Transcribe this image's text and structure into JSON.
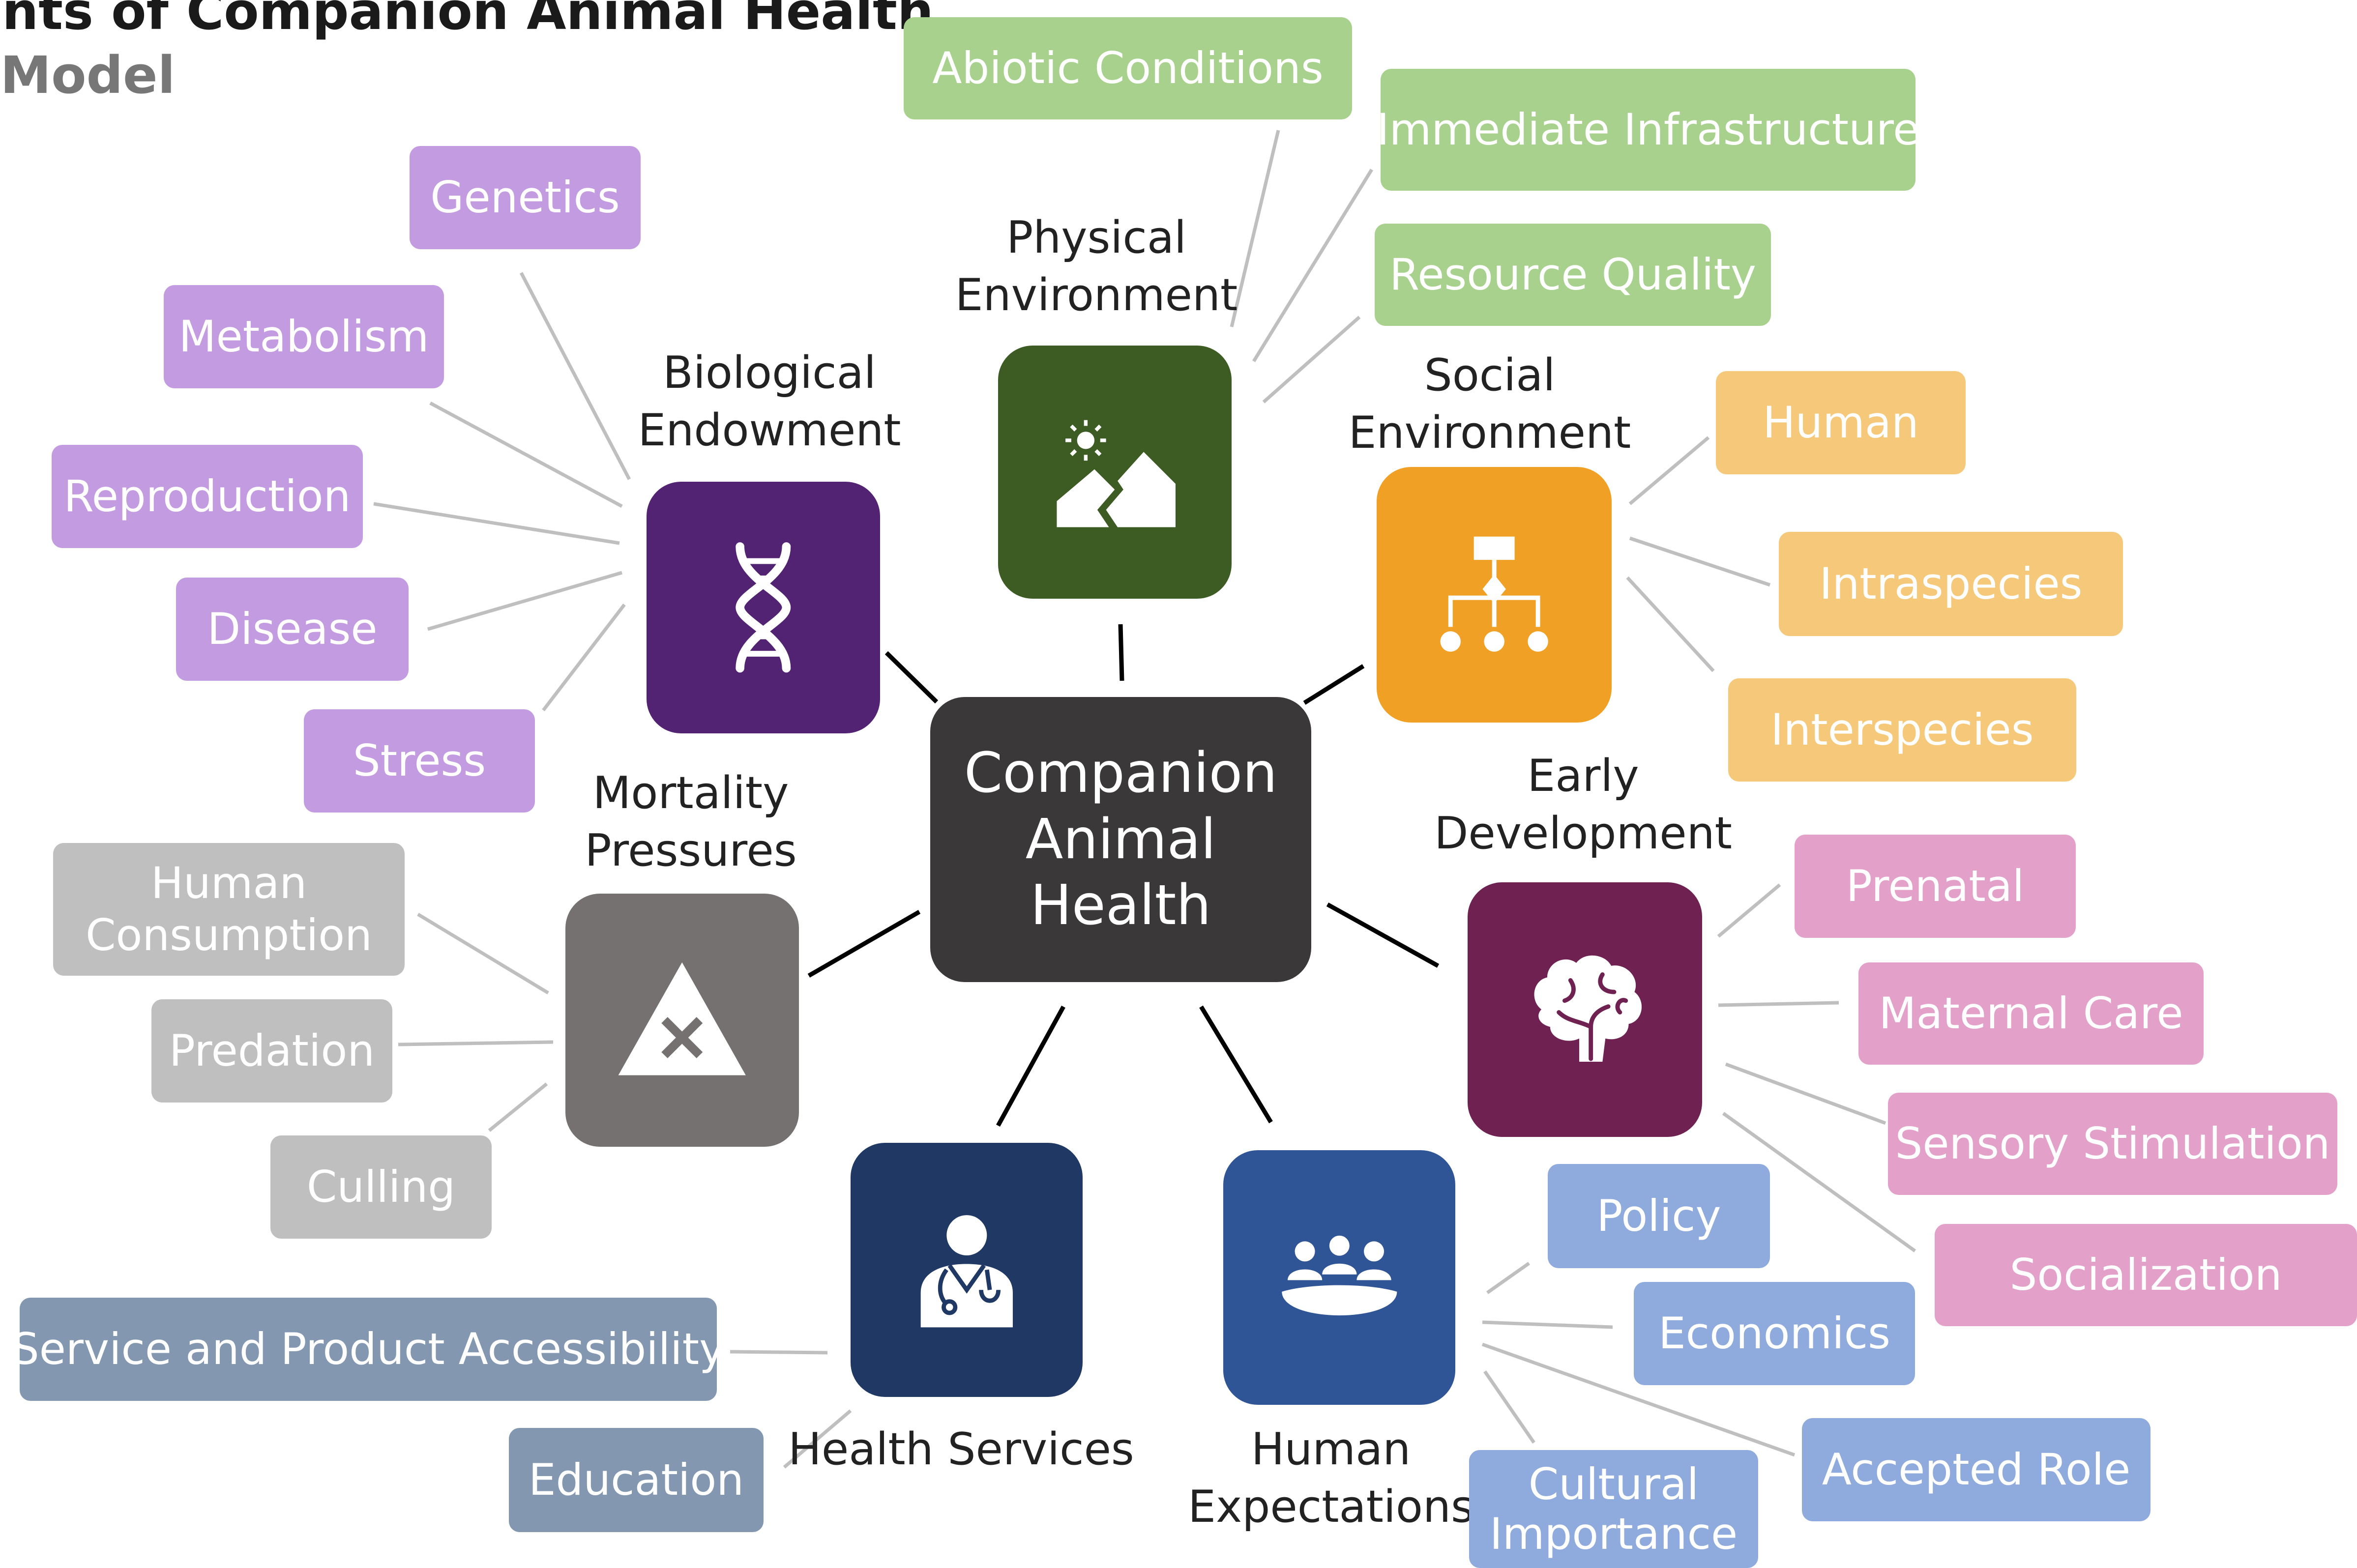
{
  "title": {
    "line1": "nants of Companion Animal Health",
    "line2": "d Model"
  },
  "center": {
    "label": "Companion Animal Health"
  },
  "categories": {
    "physical": {
      "label": "Physical Environment",
      "color": "#3d5c23",
      "icon": "mountain-sun-icon",
      "leaves": [
        "Abiotic Conditions",
        "Immediate Infrastructure",
        "Resource Quality"
      ],
      "leaf_color": "#a9d18e"
    },
    "social": {
      "label": "Social Environment",
      "color": "#f0a125",
      "icon": "hierarchy-icon",
      "leaves": [
        "Human",
        "Intraspecies",
        "Interspecies"
      ],
      "leaf_color": "#f6c87a"
    },
    "early": {
      "label": "Early Development",
      "color": "#6f2152",
      "icon": "brain-icon",
      "leaves": [
        "Prenatal",
        "Maternal Care",
        "Sensory Stimulation",
        "Socialization"
      ],
      "leaf_color": "#e3a1c9"
    },
    "expectations": {
      "label": "Human Expectations",
      "color": "#2f5597",
      "icon": "meeting-icon",
      "leaves": [
        "Policy",
        "Economics",
        "Accepted Role",
        "Cultural Importance"
      ],
      "leaf_color": "#8faadc"
    },
    "health": {
      "label": "Health Services",
      "color": "#203864",
      "icon": "doctor-icon",
      "leaves": [
        "Service and Product Accessibility",
        "Education"
      ],
      "leaf_color": "#8497b0"
    },
    "mortality": {
      "label": "Mortality Pressures",
      "color": "#767171",
      "icon": "warning-x-icon",
      "leaves": [
        "Human Consumption",
        "Predation",
        "Culling"
      ],
      "leaf_color": "#bfbfbf"
    },
    "biological": {
      "label": "Biological Endowment",
      "color": "#522372",
      "icon": "dna-icon",
      "leaves": [
        "Genetics",
        "Metabolism",
        "Reproduction",
        "Disease",
        "Stress"
      ],
      "leaf_color": "#c39be0"
    }
  }
}
